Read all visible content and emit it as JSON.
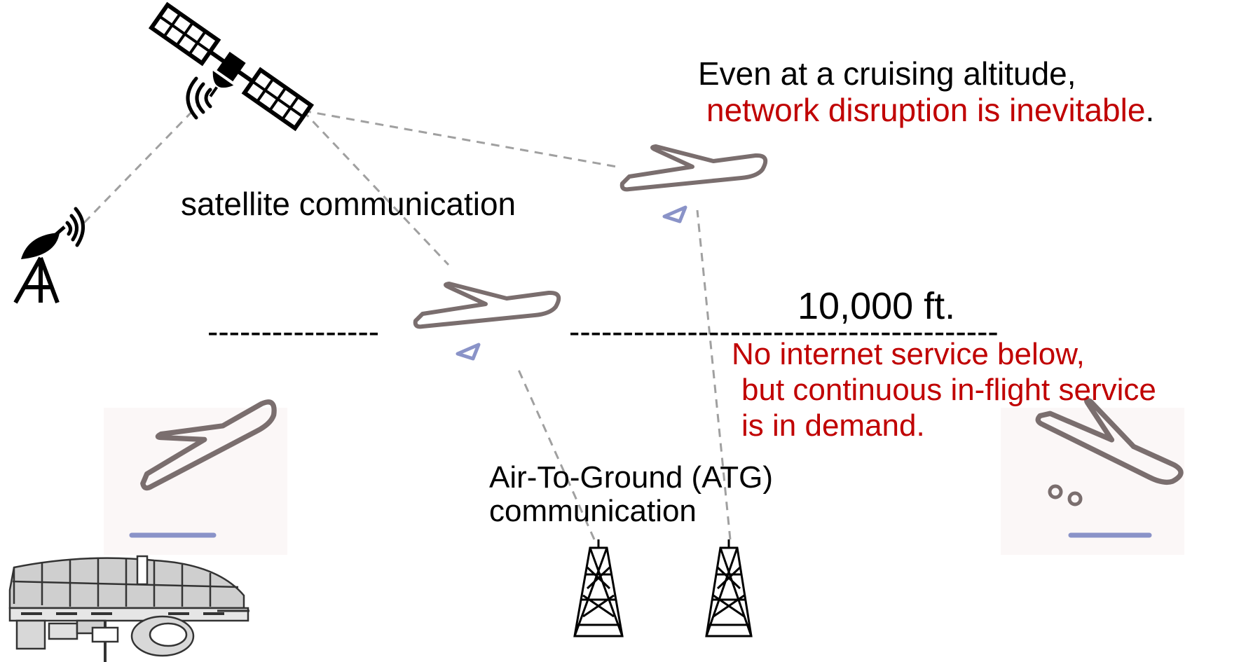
{
  "labels": {
    "satellite_comm": "satellite communication",
    "cruise_line1": "Even at a cruising altitude,",
    "cruise_line2": "network disruption is inevitable",
    "cruise_period": ".",
    "altitude": "10,000 ft.",
    "below_line1": "No internet service below,",
    "below_line2": "but continuous in-flight service",
    "below_line3": "is in demand.",
    "atg_line1": "Air-To-Ground (ATG)",
    "atg_line2": "communication",
    "altitude_dashes_left": "----------------",
    "altitude_dashes_right": "----------------------------------------"
  },
  "colors": {
    "black": "#000000",
    "red": "#c00000",
    "plane": "#7a6e6e",
    "shadow": "#8a93c8",
    "dash": "#a0a0a0",
    "tile_bg": "#fbf7f7"
  },
  "icons": {
    "satellite": "satellite-icon",
    "dish": "satellite-dish-icon",
    "plane": "airplane-icon",
    "takeoff": "airplane-takeoff-icon",
    "landing": "airplane-landing-icon",
    "tower": "cell-tower-icon",
    "airport": "airport-terminal-icon"
  }
}
